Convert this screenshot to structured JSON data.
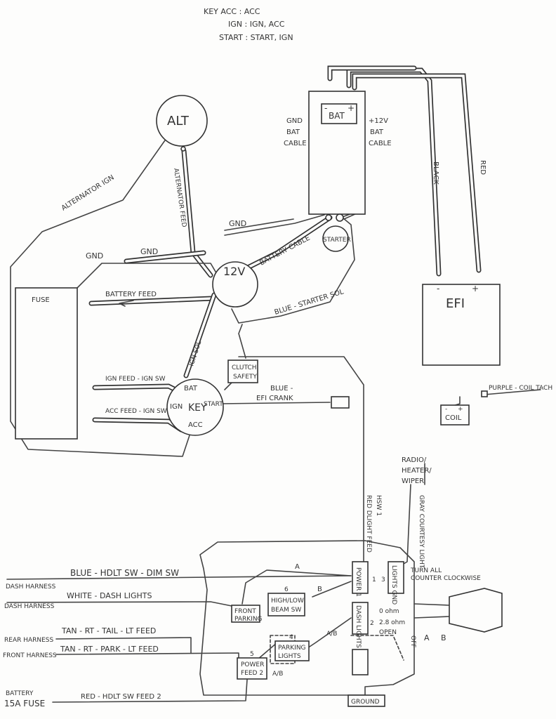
{
  "key_legend": [
    "KEY  ACC : ACC",
    "IGN : IGN, ACC",
    "START : START, IGN"
  ],
  "components": {
    "alt": "ALT",
    "bat": "BAT",
    "bat_minus": "-",
    "bat_plus": "+",
    "efi": "EFI",
    "efi_minus": "-",
    "efi_plus": "+",
    "fuse": "FUSE",
    "junction": "12V",
    "starter": "STARTER",
    "key": "KEY",
    "key_bat": "BAT",
    "key_ign": "IGN",
    "key_start": "START",
    "key_acc": "ACC",
    "clutch_safety": [
      "CLUTCH",
      "SAFETY"
    ],
    "coil": "COIL",
    "coil_minus": "-",
    "coil_plus": "+"
  },
  "wire_labels": {
    "gnd_bat_cable": [
      "GND",
      "BAT",
      "CABLE"
    ],
    "pos_bat_cable": [
      "+12V",
      "BAT",
      "CABLE"
    ],
    "black": "BLACK",
    "red": "RED",
    "alternator_ign": "ALTERNATOR IGN",
    "alternator_feed": "ALTERNATOR FEED",
    "gnd_top": "GND",
    "gnd_left_1": "GND",
    "gnd_left_2": "GND",
    "battery_cable": "BATTERY CABLE",
    "battery_feed": "BATTERY FEED",
    "blue_starter_sol": "BLUE - STARTER SOL",
    "ign_sol": "IGN SOL",
    "ign_feed": "IGN FEED - IGN SW",
    "acc_feed": "ACC FEED - IGN SW",
    "blue_efi_crank": [
      "BLUE -",
      "EFI CRANK"
    ],
    "purple_coil_tach": "PURPLE - COIL TACH",
    "radio_heater_wiper": [
      "RADIO/",
      "HEATER/",
      "WIPER"
    ],
    "red_dlight_feed": "RED DLIGHT FEED",
    "hsw_1": "HSW 1",
    "gray_courtesy_light": "GRAY COURTESY LIGHT"
  },
  "headlight_switch": {
    "power_1": "POWER 1",
    "power_1_num": "1",
    "lights_gnd": "LIGHTS GND",
    "lights_gnd_num": "3",
    "high_low_beam": [
      "HIGH/LOW",
      "BEAM SW"
    ],
    "high_low_num": "6",
    "front_parking": [
      "FRONT",
      "PARKING"
    ],
    "dash_lights": "DASH LIGHTS",
    "dash_num": "2",
    "parking_lights": [
      "PARKING",
      "LIGHTS"
    ],
    "parking_num": "4",
    "power_feed_2": [
      "POWER",
      "FEED 2"
    ],
    "power_feed_num": "5",
    "ground": "GROUND",
    "label_a": "A",
    "label_b": "B",
    "label_ab_1": "A/B",
    "label_ab_2": "A/B",
    "turn_all": "TURN ALL",
    "counter_clockwise": "COUNTER CLOCKWISE",
    "ohm_0": "0 ohm",
    "ohm_2_8": "2.8 ohm",
    "open": "OPEN",
    "off_a_b": [
      "OFF",
      "A",
      "B"
    ]
  },
  "harness": [
    {
      "connector": "DASH HARNESS",
      "wire": "BLUE - HDLT SW - DIM SW"
    },
    {
      "connector": "DASH HARNESS",
      "wire": "WHITE - DASH LIGHTS"
    },
    {
      "connector": "REAR HARNESS",
      "wire": "TAN - RT - TAIL - LT FEED"
    },
    {
      "connector": "FRONT HARNESS",
      "wire": "TAN - RT - PARK - LT FEED"
    },
    {
      "connector": [
        "BATTERY",
        "15A FUSE"
      ],
      "wire": "RED - HDLT SW FEED 2"
    }
  ]
}
